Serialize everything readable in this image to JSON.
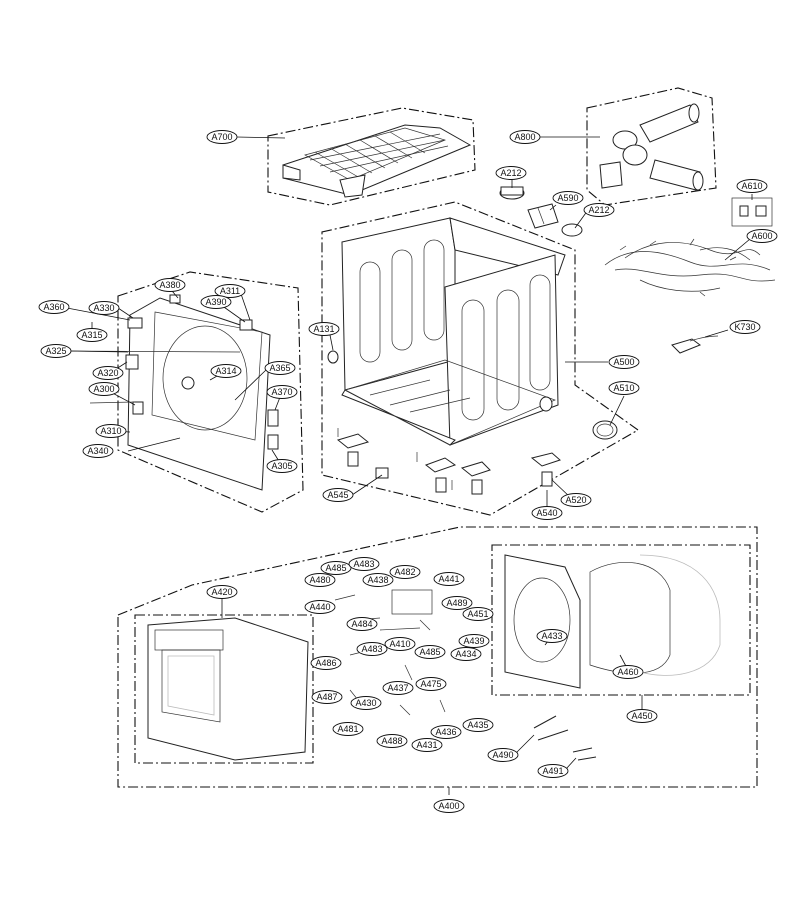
{
  "labels": {
    "A700": "A700",
    "A800": "A800",
    "A212a": "A212",
    "A590": "A590",
    "A212b": "A212",
    "A610": "A610",
    "A600": "A600",
    "K730": "K730",
    "A500": "A500",
    "A510": "A510",
    "A131": "A131",
    "A520": "A520",
    "A540": "A540",
    "A545": "A545",
    "A380": "A380",
    "A311": "A311",
    "A390": "A390",
    "A360": "A360",
    "A330": "A330",
    "A315": "A315",
    "A325": "A325",
    "A320": "A320",
    "A314": "A314",
    "A365": "A365",
    "A300": "A300",
    "A370": "A370",
    "A310": "A310",
    "A340": "A340",
    "A305": "A305",
    "A420": "A420",
    "A485a": "A485",
    "A483a": "A483",
    "A480": "A480",
    "A438": "A438",
    "A482": "A482",
    "A441": "A441",
    "A440": "A440",
    "A484": "A484",
    "A489": "A489",
    "A451": "A451",
    "A410": "A410",
    "A439": "A439",
    "A486": "A486",
    "A483b": "A483",
    "A485b": "A485",
    "A434": "A434",
    "A475": "A475",
    "A487": "A487",
    "A437": "A437",
    "A430": "A430",
    "A435": "A435",
    "A481": "A481",
    "A488": "A488",
    "A431": "A431",
    "A436": "A436",
    "A433": "A433",
    "A460": "A460",
    "A450": "A450",
    "A490": "A490",
    "A491": "A491",
    "A400": "A400"
  }
}
